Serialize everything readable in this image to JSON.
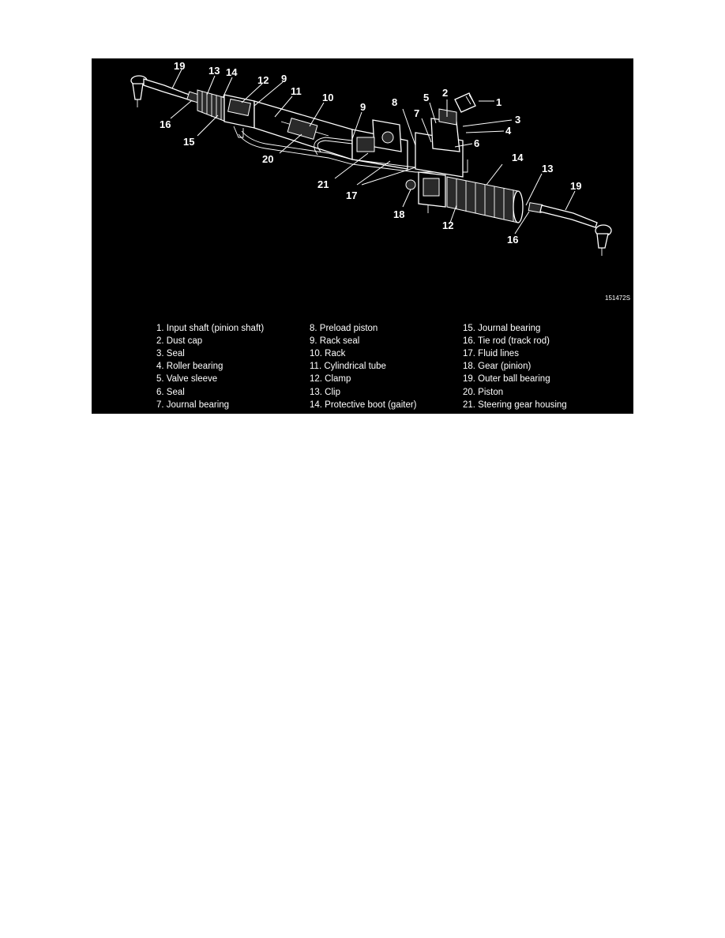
{
  "figure_id": "151472S",
  "callouts": [
    {
      "id": "c19a",
      "text": "19"
    },
    {
      "id": "c13a",
      "text": "13"
    },
    {
      "id": "c14a",
      "text": "14"
    },
    {
      "id": "c12a",
      "text": "12"
    },
    {
      "id": "c9a",
      "text": "9"
    },
    {
      "id": "c11",
      "text": "11"
    },
    {
      "id": "c10",
      "text": "10"
    },
    {
      "id": "c16a",
      "text": "16"
    },
    {
      "id": "c15",
      "text": "15"
    },
    {
      "id": "c20",
      "text": "20"
    },
    {
      "id": "c9b",
      "text": "9"
    },
    {
      "id": "c21",
      "text": "21"
    },
    {
      "id": "c17",
      "text": "17"
    },
    {
      "id": "c8",
      "text": "8"
    },
    {
      "id": "c7",
      "text": "7"
    },
    {
      "id": "c5",
      "text": "5"
    },
    {
      "id": "c2",
      "text": "2"
    },
    {
      "id": "c1",
      "text": "1"
    },
    {
      "id": "c3",
      "text": "3"
    },
    {
      "id": "c4",
      "text": "4"
    },
    {
      "id": "c6",
      "text": "6"
    },
    {
      "id": "c14b",
      "text": "14"
    },
    {
      "id": "c13b",
      "text": "13"
    },
    {
      "id": "c19b",
      "text": "19"
    },
    {
      "id": "c18",
      "text": "18"
    },
    {
      "id": "c12b",
      "text": "12"
    },
    {
      "id": "c16b",
      "text": "16"
    }
  ],
  "legend": [
    [
      "1. Input shaft (pinion shaft)",
      "2. Dust cap",
      "3. Seal",
      "4. Roller bearing",
      "5. Valve sleeve",
      "6. Seal",
      "7. Journal bearing"
    ],
    [
      "8. Preload piston",
      "9. Rack seal",
      "10. Rack",
      "11. Cylindrical tube",
      "12. Clamp",
      "13. Clip",
      "14. Protective boot (gaiter)"
    ],
    [
      "15. Journal bearing",
      "16. Tie rod (track rod)",
      "17. Fluid lines",
      "18. Gear (pinion)",
      "19. Outer ball bearing",
      "20. Piston",
      "21. Steering gear housing"
    ]
  ]
}
